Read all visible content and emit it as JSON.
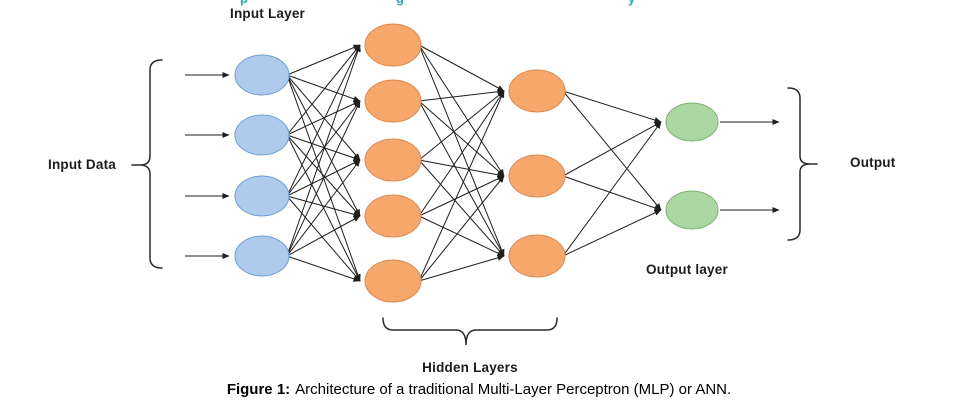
{
  "figure": {
    "caption_prefix": "Figure 1:",
    "caption_text": "Architecture of a traditional Multi-Layer Perceptron (MLP) or ANN.",
    "labels": {
      "input_layer": "Input Layer",
      "input_data": "Input Data",
      "hidden_layers": "Hidden Layers",
      "output_layer": "Output layer",
      "output": "Output"
    },
    "layers": [
      {
        "name": "input-layer",
        "node_count": 4,
        "fill": "#aecbec",
        "stroke": "#6f9ed4"
      },
      {
        "name": "hidden-layer-1",
        "node_count": 5,
        "fill": "#f6a76c",
        "stroke": "#da8a50"
      },
      {
        "name": "hidden-layer-2",
        "node_count": 3,
        "fill": "#f6a76c",
        "stroke": "#da8a50"
      },
      {
        "name": "output-layer",
        "node_count": 2,
        "fill": "#abd7a2",
        "stroke": "#7cb46c"
      }
    ],
    "connections": "fully-connected between consecutive layers",
    "edge_color": "#1f1f1f",
    "top_cropped_fragments": [
      "p",
      "g",
      "y"
    ]
  }
}
